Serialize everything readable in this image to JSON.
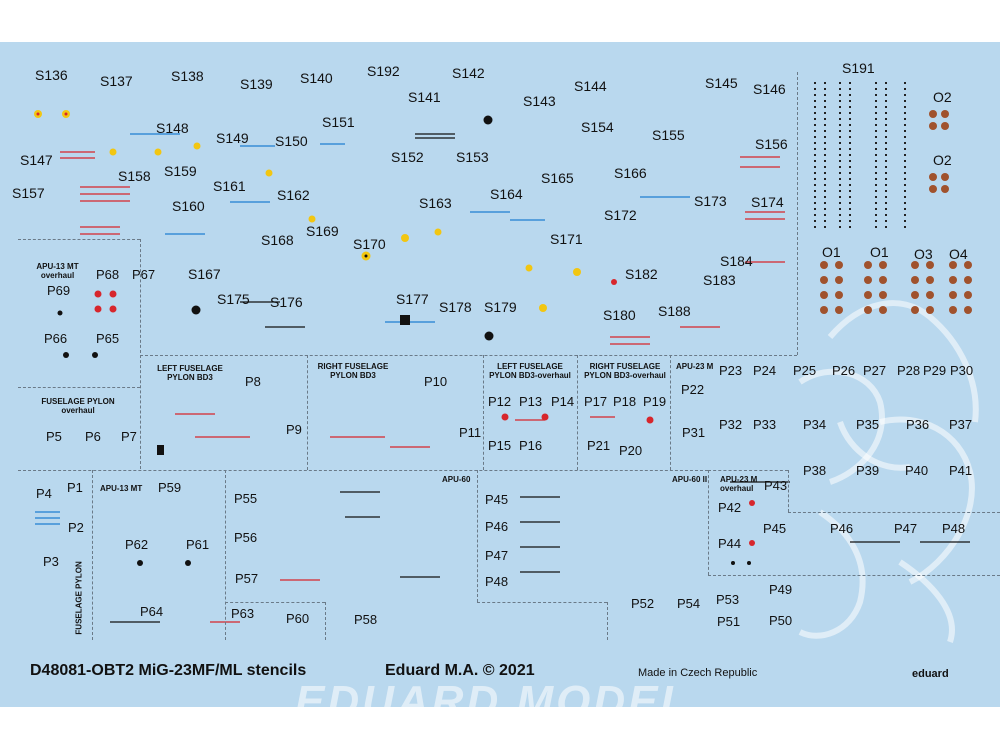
{
  "sheet": {
    "code_title": "D48081-OBT2 MiG-23MF/ML stencils",
    "copyright": "Eduard M.A. © 2021",
    "made_in": "Made in Czech Republic",
    "brand": "eduard",
    "watermark": "EDUARD MODEL"
  },
  "sections": {
    "apu13mt_overhaul": "APU-13 MT overhaul",
    "fuselage_pylon_overhaul": "FUSELAGE PYLON overhaul",
    "left_fuselage_pylon_bd3": "LEFT FUSELAGE PYLON BD3",
    "right_fuselage_pylon_bd3": "RIGHT FUSELAGE PYLON BD3",
    "left_fuselage_pylon_bd3_overhaul": "LEFT FUSELAGE PYLON BD3-overhaul",
    "right_fuselage_pylon_bd3_overhaul": "RIGHT FUSELAGE PYLON BD3-overhaul",
    "apu23m": "APU-23 M",
    "apu13mt": "APU-13 MT",
    "apu60": "APU-60",
    "apu60ii": "APU-60 II",
    "apu23m_overhaul": "APU-23 M overhaul",
    "fuselage_pylon": "FUSELAGE PYLON"
  },
  "stencils": [
    "S136",
    "S137",
    "S138",
    "S139",
    "S140",
    "S192",
    "S142",
    "S141",
    "S143",
    "S144",
    "S145",
    "S146",
    "S191",
    "S148",
    "S149",
    "S150",
    "S151",
    "S154",
    "S155",
    "S156",
    "S147",
    "S158",
    "S159",
    "S152",
    "S153",
    "S165",
    "S166",
    "S157",
    "S161",
    "S162",
    "S160",
    "S163",
    "S164",
    "S172",
    "S173",
    "S174",
    "S169",
    "S168",
    "S170",
    "S171",
    "S184",
    "S167",
    "S182",
    "S183",
    "S175",
    "S176",
    "S177",
    "S178",
    "S179",
    "S180",
    "S188",
    "O2",
    "O2",
    "O1",
    "O1",
    "O3",
    "O4",
    "P68",
    "P67",
    "P69",
    "P66",
    "P65",
    "P8",
    "P10",
    "P9",
    "P11",
    "P12",
    "P13",
    "P14",
    "P17",
    "P18",
    "P19",
    "P15",
    "P16",
    "P21",
    "P20",
    "P22",
    "P23",
    "P24",
    "P25",
    "P26",
    "P27",
    "P28",
    "P29",
    "P30",
    "P32",
    "P33",
    "P34",
    "P35",
    "P36",
    "P37",
    "P31",
    "P38",
    "P39",
    "P40",
    "P41",
    "P5",
    "P6",
    "P7",
    "P4",
    "P1",
    "P2",
    "P3",
    "P59",
    "P62",
    "P61",
    "P64",
    "P63",
    "P55",
    "P56",
    "P57",
    "P60",
    "P58",
    "P45",
    "P46",
    "P47",
    "P48",
    "P43",
    "P42",
    "P45",
    "P44",
    "P46",
    "P47",
    "P48",
    "P52",
    "P54",
    "P53",
    "P49",
    "P51",
    "P50"
  ]
}
